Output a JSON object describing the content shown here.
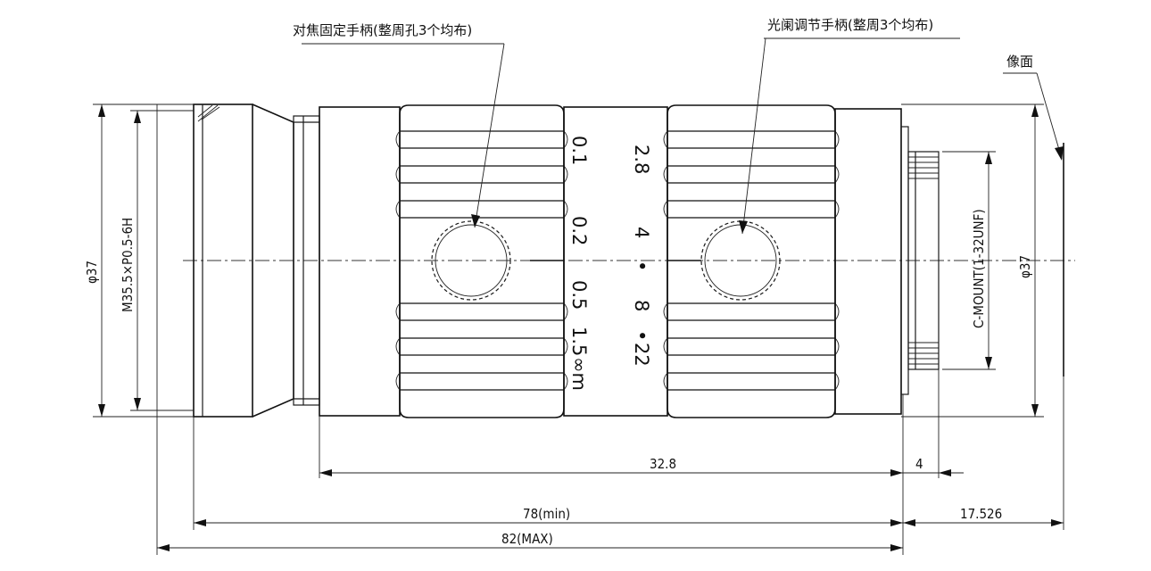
{
  "callouts": {
    "focus_handle": "对焦固定手柄(整周孔3个均布)",
    "iris_handle": "光阑调节手柄(整周3个均布)",
    "image_plane": "像面"
  },
  "dimensions": {
    "front_diameter": "φ37",
    "front_thread": "M35.5×P0.5-6H",
    "rear_diameter": "φ37",
    "mount": "C-MOUNT(1-32UNF)",
    "mount_length": "4",
    "body_length": "32.8",
    "length_min": "78(min)",
    "length_max": "82(MAX)",
    "flange_back": "17.526"
  },
  "focus_scale": [
    "0.1",
    "0.2",
    "0.5",
    "1.5",
    "∞m"
  ],
  "aperture_scale": [
    "2.8",
    "4",
    "•",
    "8",
    "•",
    "22"
  ]
}
